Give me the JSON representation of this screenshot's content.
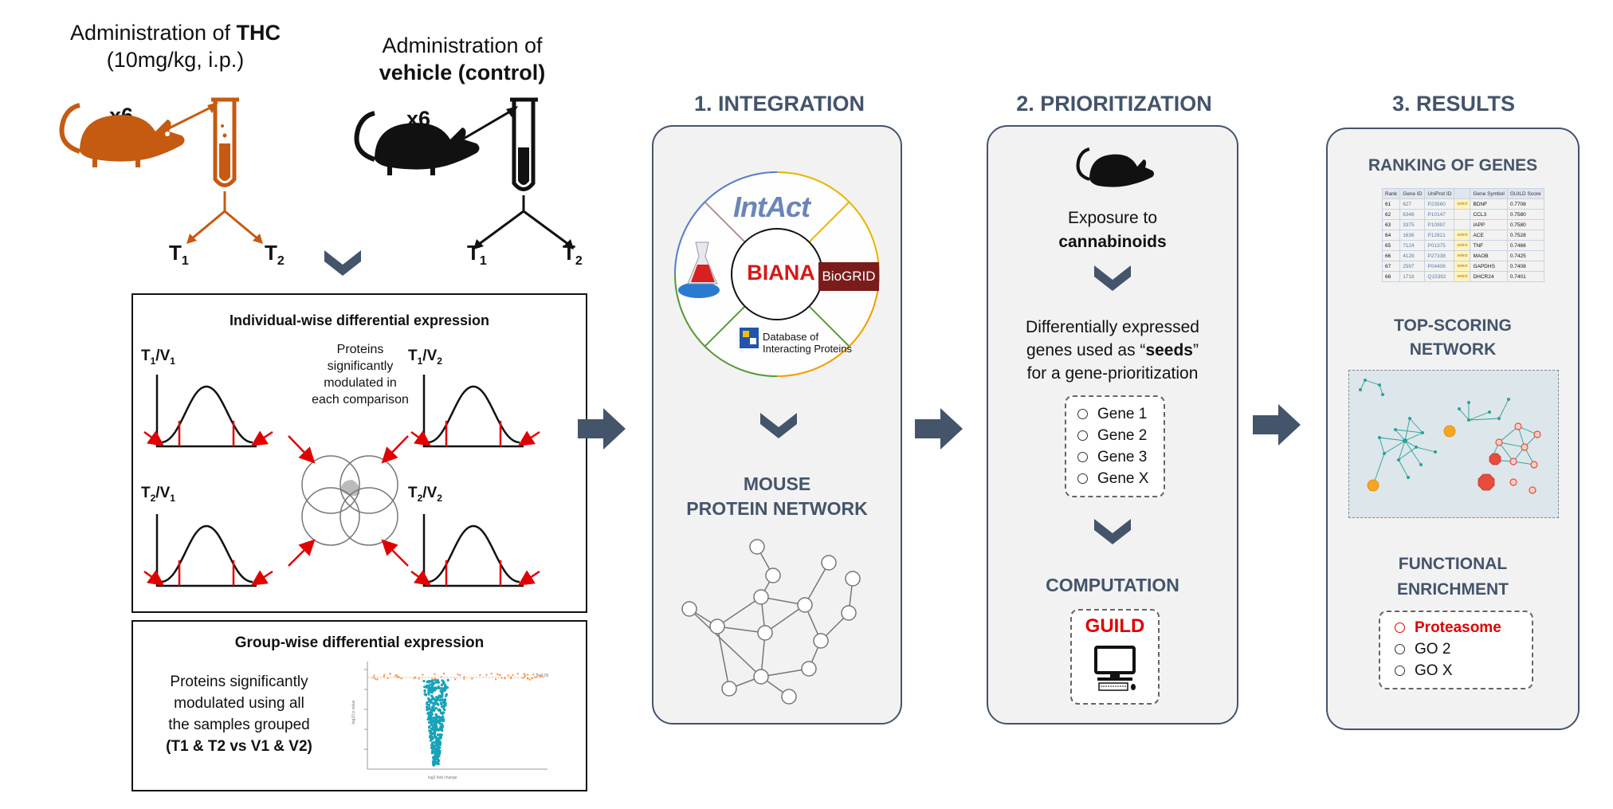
{
  "thc_block": {
    "line1_prefix": "Administration of ",
    "line1_bold": "THC",
    "line2": "(10mg/kg, i.p.)",
    "count": "x6",
    "t1": "T",
    "t1_sub": "1",
    "t2": "T",
    "t2_sub": "2",
    "color": "#c55a11"
  },
  "vehicle_block": {
    "line1": "Administration of",
    "line2_bold": "vehicle (control)",
    "count": "x6",
    "t1": "T",
    "t1_sub": "1",
    "t2": "T",
    "t2_sub": "2"
  },
  "individual_box": {
    "title": "Individual-wise differential expression",
    "panel_labels": [
      {
        "main": "T",
        "sub1": "1",
        "slash": "/V",
        "sub2": "1"
      },
      {
        "main": "T",
        "sub1": "1",
        "slash": "/V",
        "sub2": "2"
      },
      {
        "main": "T",
        "sub1": "2",
        "slash": "/V",
        "sub2": "1"
      },
      {
        "main": "T",
        "sub1": "2",
        "slash": "/V",
        "sub2": "2"
      }
    ],
    "venn_caption": [
      "Proteins",
      "significantly",
      "modulated in",
      "each comparison"
    ]
  },
  "group_box": {
    "title": "Group-wise differential expression",
    "text_lines": [
      "Proteins significantly",
      "modulated using all",
      "the samples grouped"
    ],
    "text_bold": "(T1 & T2 vs V1 & V2)",
    "volcano_xlabel": "log2 fold change",
    "volcano_ylabel": "-log10 p value",
    "volcano_threshold": "p=0.05"
  },
  "integration": {
    "header": "1. INTEGRATION",
    "intact": "IntAct",
    "biana": "BIANA",
    "biogrid_bio": "Bio",
    "biogrid_grid": "GRID",
    "dip_line1": "Database of",
    "dip_line2": "Interacting Proteins",
    "network_title_1": "MOUSE",
    "network_title_2": "PROTEIN NETWORK"
  },
  "prioritization": {
    "header": "2. PRIORITIZATION",
    "exposure_line1": "Exposure",
    "exposure_to": " to",
    "exposure_line2": "cannabinoids",
    "seeds_line1": "Differentially expressed",
    "seeds_line2_a": "genes used as “",
    "seeds_bold": "seeds",
    "seeds_line2_b": "”",
    "seeds_line3": "for a gene-prioritization",
    "genes": [
      "Gene 1",
      "Gene 2",
      "Gene 3",
      "Gene X"
    ],
    "computation": "COMPUTATION",
    "guild": "GUILD",
    "guild_color": "#e00000"
  },
  "results": {
    "header": "3. RESULTS",
    "ranking_title": "RANKING OF GENES",
    "ranking_columns": [
      "Rank",
      "Gene ID",
      "UniProt ID",
      "",
      "Gene Symbol",
      "GUILD Score"
    ],
    "ranking_rows": [
      [
        "61",
        "627",
        "P23560",
        "select",
        "BDNF",
        "0.7708"
      ],
      [
        "62",
        "6348",
        "P10147",
        "",
        "CCL3",
        "0.7580"
      ],
      [
        "63",
        "3375",
        "P10997",
        "",
        "IAPP",
        "0.7580"
      ],
      [
        "64",
        "1636",
        "P12821",
        "select",
        "ACE",
        "0.7528"
      ],
      [
        "65",
        "7124",
        "P01375",
        "select",
        "TNF",
        "0.7466"
      ],
      [
        "66",
        "4128",
        "P27338",
        "select",
        "MAOB",
        "0.7425"
      ],
      [
        "67",
        "2597",
        "P04406",
        "select",
        "GAPDHS",
        "0.7408"
      ],
      [
        "68",
        "1718",
        "Q15392",
        "select",
        "DHCR24",
        "0.7401"
      ]
    ],
    "network_title_1": "TOP-SCORING",
    "network_title_2": "NETWORK",
    "enrichment_title_1": "FUNCTIONAL",
    "enrichment_title_2": "ENRICHMENT",
    "enrichment_items": [
      "Proteasome",
      "GO 2",
      "GO X"
    ],
    "highlight_color": "#e00000"
  },
  "colors": {
    "panel_fill": "#f2f2f2",
    "panel_border": "#44546a",
    "arrow": "#44546a",
    "volcano": "#17a2b8"
  }
}
